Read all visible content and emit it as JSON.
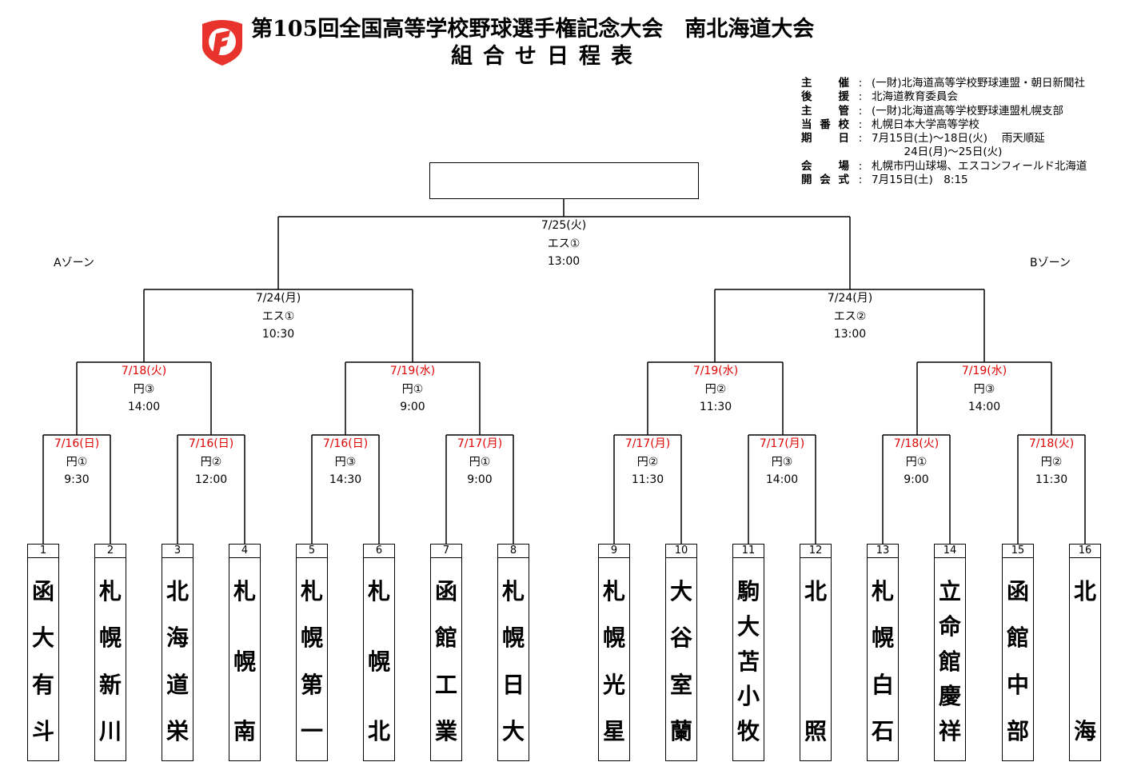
{
  "header": {
    "title": "第105回全国高等学校野球選手権記念大会　南北海道大会",
    "subtitle": "組合せ日程表"
  },
  "info": [
    {
      "label": "主催",
      "value": "(一財)北海道高等学校野球連盟・朝日新聞社"
    },
    {
      "label": "後援",
      "value": "北海道教育委員会"
    },
    {
      "label": "主管",
      "value": "(一財)北海道高等学校野球連盟札幌支部"
    },
    {
      "label": "当番校",
      "value": "札幌日本大学高等学校"
    },
    {
      "label": "期日",
      "value": "7月15日(土)～18日(火)　 雨天順延"
    },
    {
      "label": "",
      "value": "　　　24日(月)～25日(火)"
    },
    {
      "label": "会場",
      "value": "札幌市円山球場、エスコンフィールド北海道"
    },
    {
      "label": "開会式",
      "value": "7月15日(土)　8:15"
    }
  ],
  "zones": {
    "a": "Aゾーン",
    "b": "Bゾーン"
  },
  "matches": {
    "final": {
      "date": "7/25(火)",
      "venue": "エス①",
      "time": "13:00"
    },
    "sf_a": {
      "date": "7/24(月)",
      "venue": "エス①",
      "time": "10:30"
    },
    "sf_b": {
      "date": "7/24(月)",
      "venue": "エス②",
      "time": "13:00"
    },
    "qf1": {
      "date": "7/18(火)",
      "venue": "円③",
      "time": "14:00"
    },
    "qf2": {
      "date": "7/19(水)",
      "venue": "円①",
      "time": "9:00"
    },
    "qf3": {
      "date": "7/19(水)",
      "venue": "円②",
      "time": "11:30"
    },
    "qf4": {
      "date": "7/19(水)",
      "venue": "円③",
      "time": "14:00"
    },
    "r1": {
      "date": "7/16(日)",
      "venue": "円①",
      "time": "9:30"
    },
    "r2": {
      "date": "7/16(日)",
      "venue": "円②",
      "time": "12:00"
    },
    "r3": {
      "date": "7/16(日)",
      "venue": "円③",
      "time": "14:30"
    },
    "r4": {
      "date": "7/17(月)",
      "venue": "円①",
      "time": "9:00"
    },
    "r5": {
      "date": "7/17(月)",
      "venue": "円②",
      "time": "11:30"
    },
    "r6": {
      "date": "7/17(月)",
      "venue": "円③",
      "time": "14:00"
    },
    "r7": {
      "date": "7/18(火)",
      "venue": "円①",
      "time": "9:00"
    },
    "r8": {
      "date": "7/18(火)",
      "venue": "円②",
      "time": "11:30"
    }
  },
  "teams": [
    {
      "num": "1",
      "chars": [
        "函",
        "大",
        "有",
        "斗"
      ]
    },
    {
      "num": "2",
      "chars": [
        "札",
        "幌",
        "新",
        "川"
      ]
    },
    {
      "num": "3",
      "chars": [
        "北",
        "海",
        "道",
        "栄"
      ]
    },
    {
      "num": "4",
      "chars": [
        "札",
        "幌",
        "南"
      ]
    },
    {
      "num": "5",
      "chars": [
        "札",
        "幌",
        "第",
        "一"
      ]
    },
    {
      "num": "6",
      "chars": [
        "札",
        "幌",
        "北"
      ]
    },
    {
      "num": "7",
      "chars": [
        "函",
        "館",
        "工",
        "業"
      ]
    },
    {
      "num": "8",
      "chars": [
        "札",
        "幌",
        "日",
        "大"
      ]
    },
    {
      "num": "9",
      "chars": [
        "札",
        "幌",
        "光",
        "星"
      ]
    },
    {
      "num": "10",
      "chars": [
        "大",
        "谷",
        "室",
        "蘭"
      ]
    },
    {
      "num": "11",
      "chars": [
        "駒",
        "大",
        "苫",
        "小",
        "牧"
      ]
    },
    {
      "num": "12",
      "chars": [
        "北",
        "照"
      ]
    },
    {
      "num": "13",
      "chars": [
        "札",
        "幌",
        "白",
        "石"
      ]
    },
    {
      "num": "14",
      "chars": [
        "立",
        "命",
        "館",
        "慶",
        "祥"
      ]
    },
    {
      "num": "15",
      "chars": [
        "函",
        "館",
        "中",
        "部"
      ]
    },
    {
      "num": "16",
      "chars": [
        "北",
        "海"
      ]
    }
  ],
  "colors": {
    "date_highlight": "#e00000",
    "logo": "#e8322c"
  }
}
